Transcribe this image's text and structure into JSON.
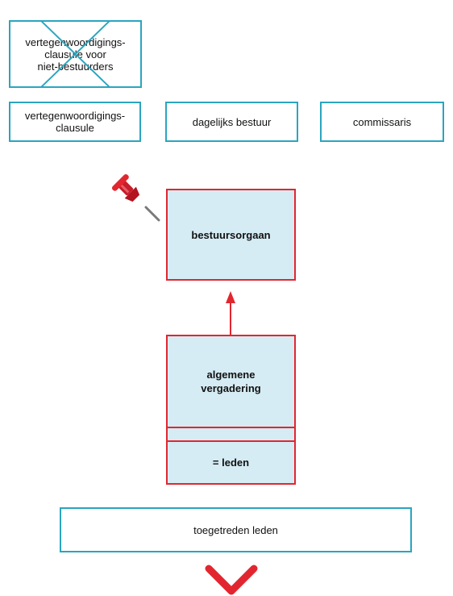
{
  "struck_box": {
    "label": "vertegenwoordigings-\nclausule voor\nniet-bestuurders"
  },
  "top_row": [
    {
      "label": "vertegenwoordigings-\nclausule"
    },
    {
      "label": "dagelijks bestuur"
    },
    {
      "label": "commissaris"
    }
  ],
  "bestuursorgaan": {
    "label": "bestuursorgaan"
  },
  "algemene_vergadering": {
    "label": "algemene\nvergadering",
    "sub_label": "= leden"
  },
  "toegetreden": {
    "label": "toegetreden leden"
  },
  "colors": {
    "teal": "#2aa5bf",
    "red": "#e2262f",
    "fill": "#d5ecf4"
  },
  "icons": {
    "pin": "pushpin-icon",
    "chevron": "chevron-down-icon"
  }
}
